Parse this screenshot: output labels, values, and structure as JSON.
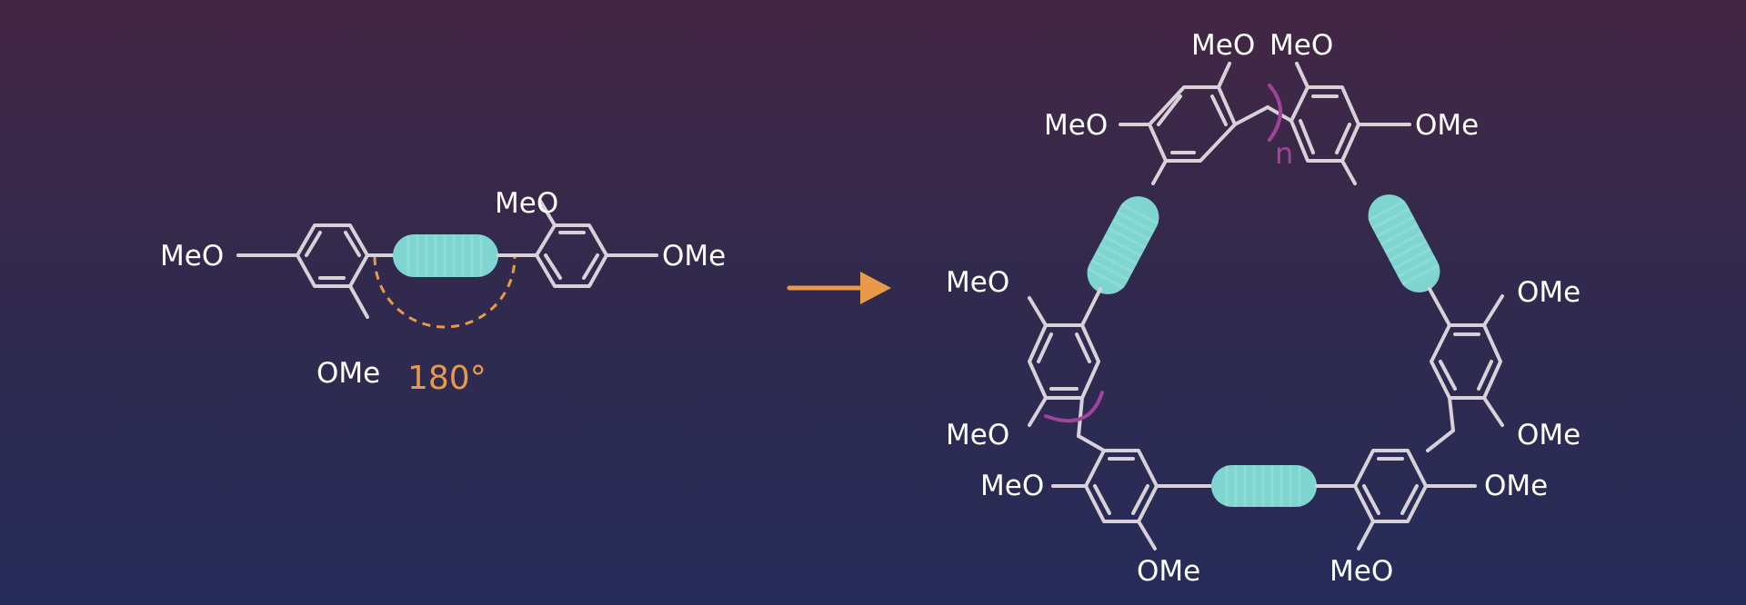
{
  "colors": {
    "bond": "#d8d2d8",
    "linker": "#7fd6d0",
    "arrow": "#e89a4a",
    "angle": "#e89a4a",
    "repeat_bracket": "#a0449a",
    "text": "#ffffff"
  },
  "monomer": {
    "label_left": "MeO",
    "label_bottom": "OMe",
    "label_top": "MeO",
    "label_right": "OMe",
    "angle": "180°"
  },
  "macrocycle": {
    "top_left_outer": "MeO",
    "top_left_upper": "MeO",
    "top_right_upper": "MeO",
    "top_right_outer": "OMe",
    "left_upper": "MeO",
    "left_lower": "MeO",
    "right_upper": "OMe",
    "right_lower": "OMe",
    "bottom_left_outer": "MeO",
    "bottom_left_lower": "OMe",
    "bottom_right_outer": "OMe",
    "bottom_right_lower": "MeO",
    "repeat": "n"
  }
}
